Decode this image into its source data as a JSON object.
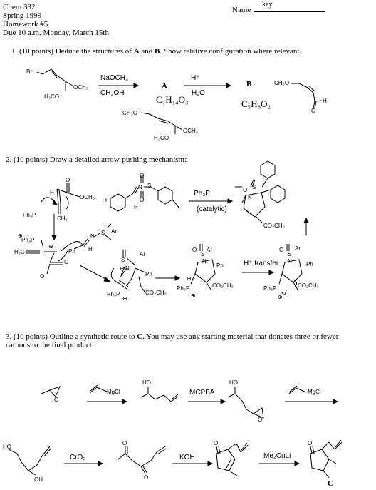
{
  "header": {
    "course": "Chem 332",
    "term": "Spring 1999",
    "hw": "Homework #5",
    "due": "Due 10 a.m. Monday, March 15th",
    "name_label": "Name",
    "name_value": "key"
  },
  "q1": {
    "prompt_pre": "1.  (10 points) Deduce the structures of ",
    "A": "A",
    "and": " and ",
    "B": "B",
    "prompt_post": ".  Show relative configuration where relevant.",
    "reagent1_top": "NaOCH₃",
    "reagent1_bottom": "CH₃OH",
    "label_A": "A",
    "formula_A": "C₇H₁₄O₃",
    "reagent2_top": "H⁺",
    "reagent2_bottom": "H₂O",
    "label_B": "B",
    "formula_B": "C₅H₈O₂",
    "sm_br": "Br",
    "sm_och3": "OCH₃",
    "sm_h3co": "H₃CO",
    "prodB_ch3o": "CH₃O",
    "prodB_h": "H",
    "prodB_o": "O",
    "prodA_ch3o": "CH₃O",
    "prodA_och3": "OCH₃",
    "prodA_h3co": "H₃CO"
  },
  "q2": {
    "prompt": "2.  (10 points) Draw a detailed arrow-pushing mechanism:",
    "plus": "+",
    "reagent_top": "Ph₃P",
    "reagent_bottom": "(catalytic)",
    "h": "H",
    "o": "O",
    "och3": "OCH₃",
    "ch2": "CH₂",
    "ph3p": "Ph₃P",
    "n": "N",
    "s": "S",
    "ar": "Ar",
    "ph": "Ph",
    "co2ch3": "CO₂CH₃",
    "h2c": "H₂C",
    "o_minus": "⊖",
    "plus_charge": "⊕",
    "h_transfer": "H⁺ transfer",
    "ph3p_plus": "Ph₃P"
  },
  "q3": {
    "prompt_line1_pre": "3.  (10 points)  Outline a synthetic route to ",
    "C": "C",
    "prompt_line1_post": ".  You may use any starting material that donates three or fewer",
    "prompt_line2": "carbons to the final product.",
    "mgcl": "MgCl",
    "ho": "HO",
    "mcpba": "MCPBA",
    "oh": "OH",
    "cro3": "CrO₃",
    "koh": "KOH",
    "cuprate": "Me₂CuLi",
    "o": "O",
    "label_C": "C"
  }
}
